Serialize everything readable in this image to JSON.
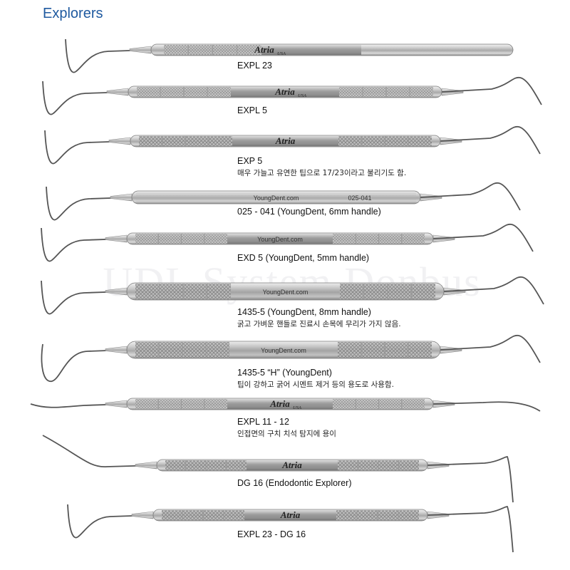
{
  "page_title": "Explorers",
  "watermark": "UDL System Donbus",
  "instruments": [
    {
      "label": "EXPL 23",
      "brand": "Atria",
      "origin": "USA",
      "desc": ""
    },
    {
      "label": "EXPL 5",
      "brand": "Atria",
      "origin": "USA",
      "desc": ""
    },
    {
      "label": "EXP 5",
      "brand": "Atria",
      "origin": "",
      "desc": "매우 가늘고 유연한 팁으로 17/23이라고 불리기도 함."
    },
    {
      "label": "025 - 041 (YoungDent, 6mm handle)",
      "brand": "YoungDent.com",
      "origin": "",
      "code": "025-041",
      "desc": ""
    },
    {
      "label": "EXD 5 (YoungDent, 5mm handle)",
      "brand": "YoungDent.com",
      "origin": "",
      "desc": ""
    },
    {
      "label": "1435-5 (YoungDent, 8mm handle)",
      "brand": "YoungDent.com",
      "origin": "",
      "desc": "굵고 가벼운 핸들로 진료시 손목에 무리가 가지 않음."
    },
    {
      "label": "1435-5 “H” (YoungDent)",
      "brand": "YoungDent.com",
      "origin": "",
      "desc": "팁이 강하고 굵어 시멘트 제거 등의 용도로 사용함."
    },
    {
      "label": "EXPL 11 - 12",
      "brand": "Atria",
      "origin": "USA",
      "desc": "인접면의 구치 치석 탐지에 용이"
    },
    {
      "label": "DG 16 (Endodontic Explorer)",
      "brand": "Atria",
      "origin": "",
      "desc": ""
    },
    {
      "label": "EXPL 23 - DG 16",
      "brand": "Atria",
      "origin": "",
      "desc": ""
    }
  ]
}
